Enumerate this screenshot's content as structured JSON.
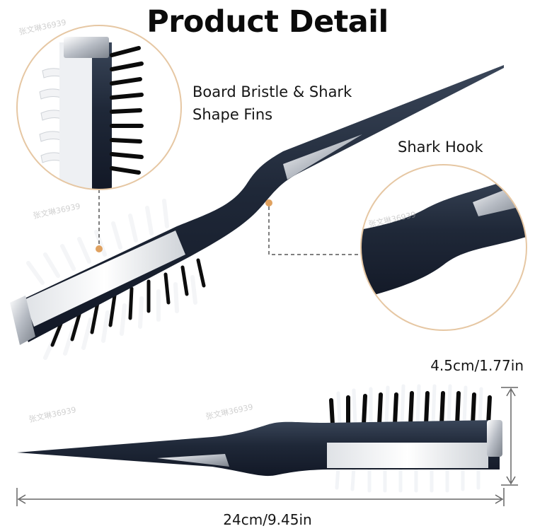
{
  "title": "Product Detail",
  "callouts": {
    "bristle_line1": "Board Bristle & Shark",
    "bristle_line2": "Shape Fins",
    "hook": "Shark Hook"
  },
  "dimensions": {
    "height": "4.5cm/1.77in",
    "length": "24cm/9.45in"
  },
  "watermarks": [
    "张文琳36939",
    "张文琳36939",
    "张文琳36939",
    "张文琳36939",
    "张文琳36939"
  ],
  "colors": {
    "handle": "#1d2637",
    "handle_highlight": "#3a4659",
    "bristle_white": "#f2f4f7",
    "bristle_black": "#0b0b0b",
    "circle_border": "#e6c7a3",
    "accent_dot": "#e0a15f",
    "silver": "#c8ccd2"
  }
}
